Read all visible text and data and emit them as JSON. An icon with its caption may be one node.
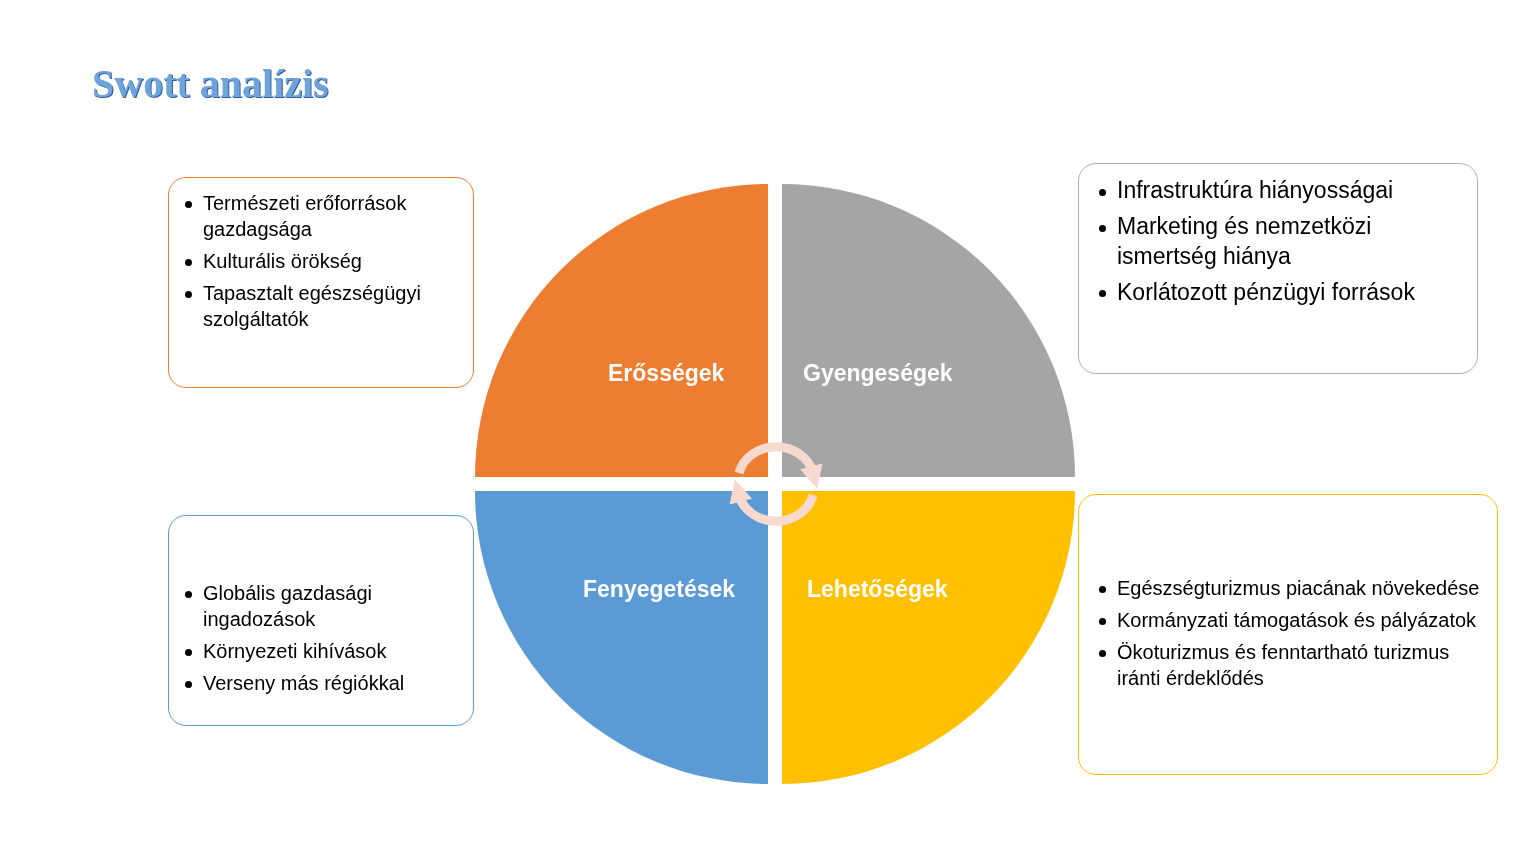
{
  "diagram": {
    "title": "Swott analízis",
    "nodes": [
      {
        "text": [
          "Természeti erőforrások gazdagsága",
          "Kulturális örökség",
          "Tapasztalt egészségügyi szolgáltatók"
        ]
      },
      {
        "text": [
          "Erősségek"
        ]
      },
      {
        "text": [
          "Gyengeségek"
        ]
      },
      {
        "text": [
          "Infrastruktúra hiányosságai",
          "Marketing és nemzetközi ismertség hiánya",
          "Korlátozott pénzügyi források"
        ]
      },
      {
        "text": [
          "Globális gazdasági ingadozások",
          "Környezeti kihívások",
          "Verseny más régiókkal"
        ]
      },
      {
        "text": [
          "Fenyegetések"
        ]
      },
      {
        "text": [
          "Lehetőségek"
        ]
      },
      {
        "text": [
          "Egészségturizmus piacának növekedése",
          "Kormányzati támogatások és pályázatok",
          "Ökoturizmus és fenntartható turizmus iránti érdeklődés"
        ]
      }
    ],
    "edges": [
      {
        "from": 1,
        "to": 2,
        "arrow": "to"
      },
      {
        "from": 6,
        "to": 5,
        "arrow": "to"
      }
    ]
  }
}
